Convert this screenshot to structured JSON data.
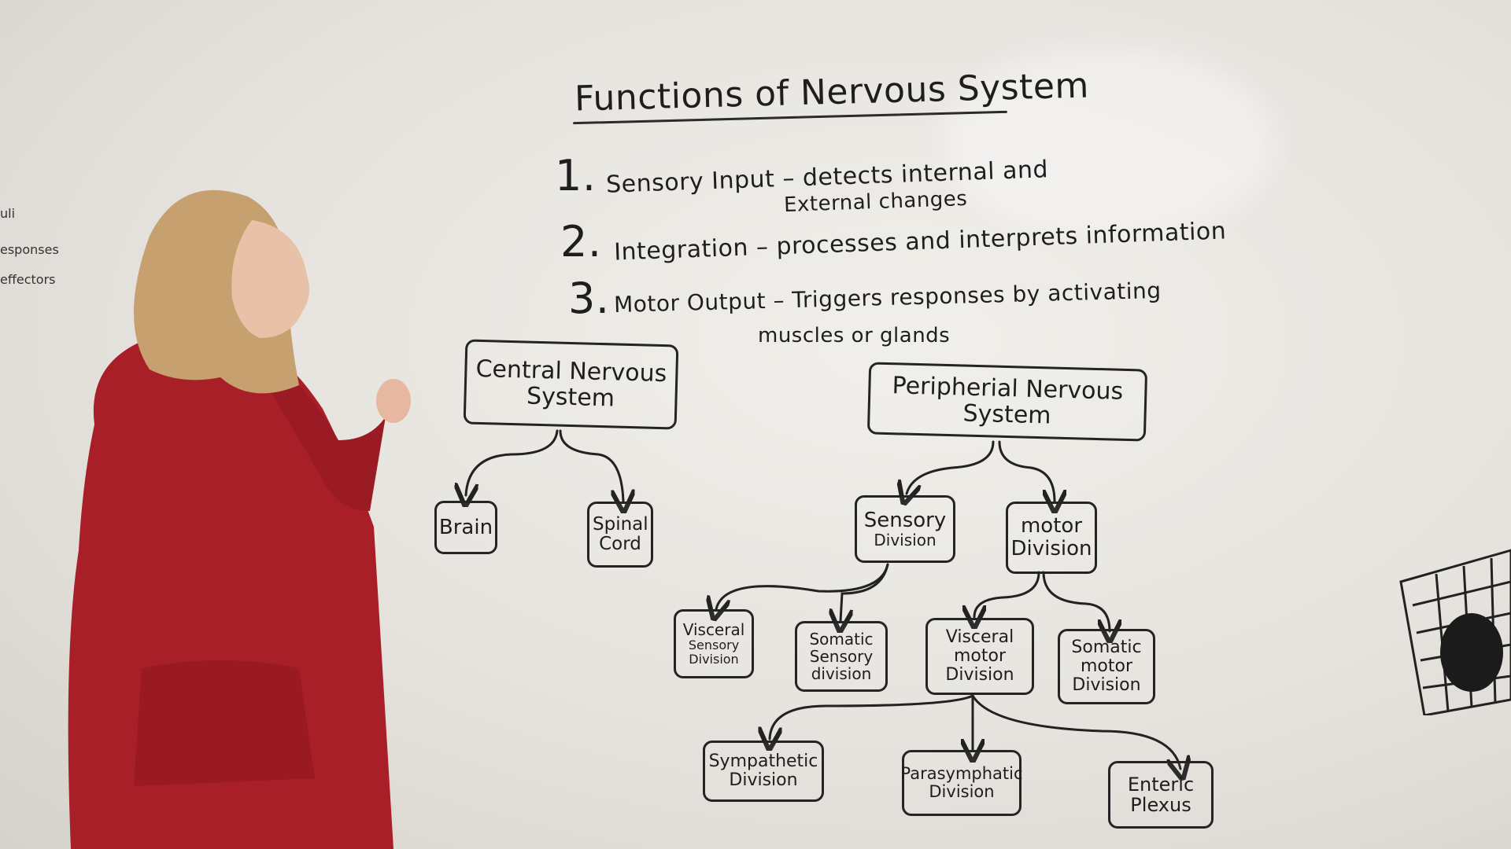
{
  "title": "Functions of Nervous System",
  "functions": [
    {
      "number": "1.",
      "line1": "Sensory Input – detects internal and",
      "line2": "External changes"
    },
    {
      "number": "2.",
      "line1": "Integration – processes and interprets information",
      "line2": ""
    },
    {
      "number": "3.",
      "line1": "Motor Output – Triggers responses by activating",
      "line2": "muscles or glands"
    }
  ],
  "diagram": {
    "cns": {
      "label": "Central Nervous System",
      "children": [
        "Brain",
        "Spinal Cord"
      ]
    },
    "pns": {
      "label": "Peripherial Nervous System"
    },
    "sensory": {
      "label1": "Sensory",
      "label2": "Division"
    },
    "motor": {
      "label1": "motor",
      "label2": "Division"
    },
    "visceral_sensory": {
      "label1": "Visceral",
      "label2": "Sensory",
      "label3": "Division"
    },
    "somatic_sensory": {
      "label1": "Somatic",
      "label2": "Sensory",
      "label3": "division"
    },
    "visceral_motor": {
      "label1": "Visceral",
      "label2": "motor",
      "label3": "Division"
    },
    "somatic_motor": {
      "label1": "Somatic",
      "label2": "motor",
      "label3": "Division"
    },
    "sympathetic": {
      "label1": "Sympathetic",
      "label2": "Division"
    },
    "parasympathetic": {
      "label1": "Parasymphatic",
      "label2": "Division"
    },
    "enteric": {
      "label1": "Enteric",
      "label2": "Plexus"
    }
  },
  "side_notes": [
    "uli",
    "esponses",
    "effectors"
  ],
  "colors": {
    "hoodie": "#a81f28",
    "hair": "#c7a070",
    "marker": "#1e1e1e"
  }
}
